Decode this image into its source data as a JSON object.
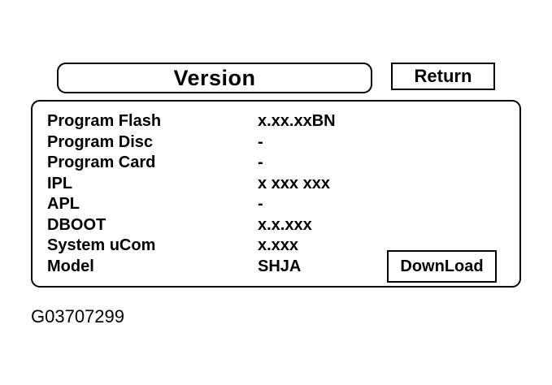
{
  "header": {
    "title": "Version",
    "return_label": "Return"
  },
  "info": [
    {
      "label": "Program Flash",
      "value": "x.xx.xxBN"
    },
    {
      "label": "Program Disc",
      "value": "-"
    },
    {
      "label": "Program Card",
      "value": "-"
    },
    {
      "label": "IPL",
      "value": "x xxx xxx"
    },
    {
      "label": "APL",
      "value": "-"
    },
    {
      "label": "DBOOT",
      "value": "x.x.xxx"
    },
    {
      "label": "System uCom",
      "value": "x.xxx"
    },
    {
      "label": "Model",
      "value": "SHJA"
    }
  ],
  "download_label": "DownLoad",
  "figure_id": "G03707299"
}
